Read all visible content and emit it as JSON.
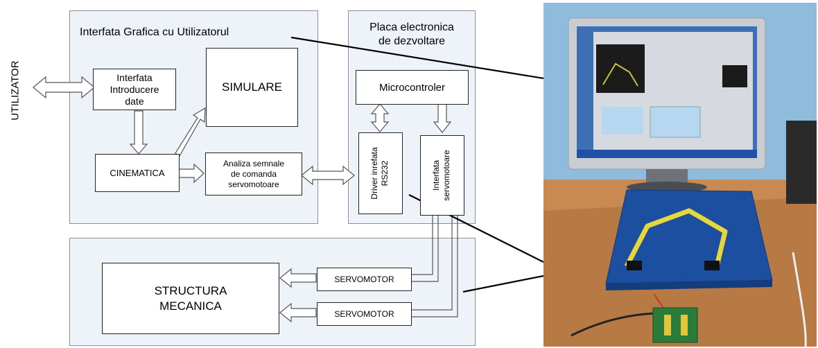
{
  "user_label": "UTILIZATOR",
  "gui_panel": {
    "title": "Interfata Grafica cu Utilizatorul",
    "input_interface": "Interfata\nIntroducere\ndate",
    "simulation": "SIMULARE",
    "kinematics": "CINEMATICA",
    "signal_analysis": "Analiza semnale\nde comanda\nservomotoare"
  },
  "board_panel": {
    "title": "Placa electronica\nde dezvoltare",
    "microcontroller": "Microcontroler",
    "rs232_driver": "Driver inrefata\nRS232",
    "servo_interface": "Interfata\nservomotoare"
  },
  "mechanical_panel": {
    "structure": "STRUCTURA\nMECANICA",
    "servo_1": "SERVOMOTOR",
    "servo_2": "SERVOMOTOR"
  }
}
